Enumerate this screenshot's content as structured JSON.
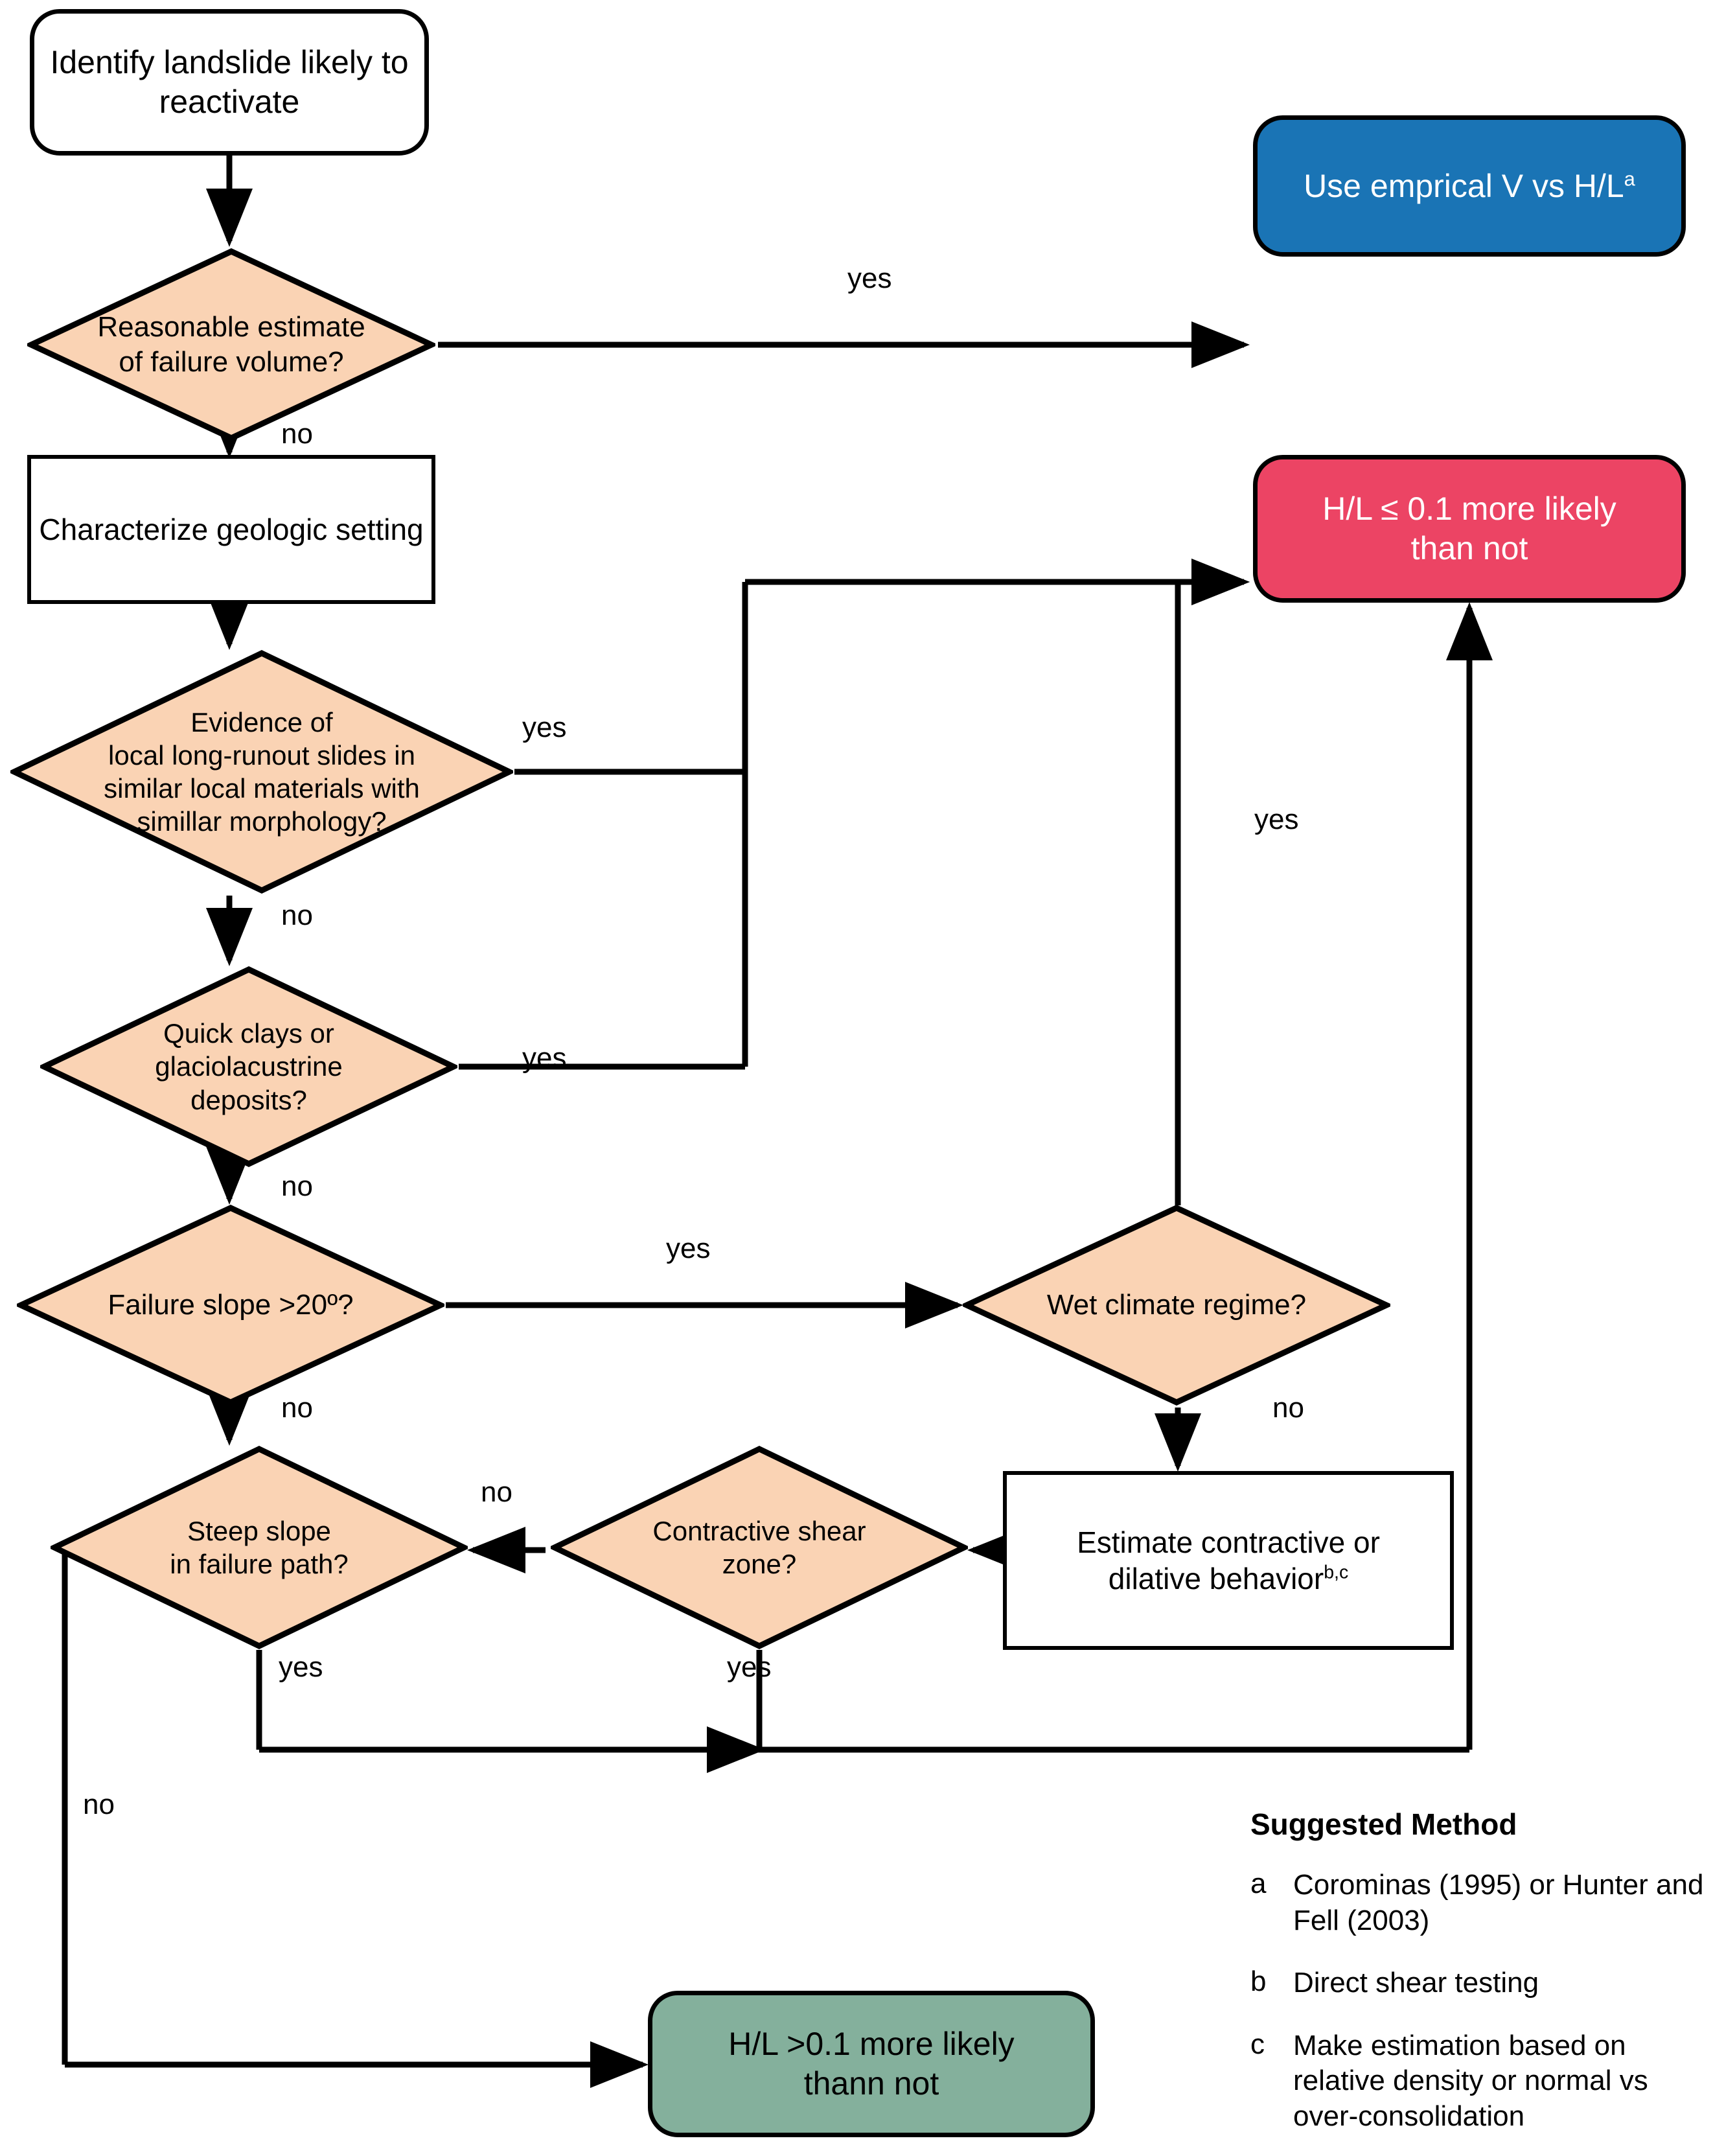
{
  "chart_data": {
    "type": "diagram",
    "title": "Landslide runout (H/L) screening decision flowchart",
    "nodes": [
      {
        "id": "start",
        "shape": "terminator",
        "color": "#ffffff",
        "text": "Identify landslide likely to reactivate"
      },
      {
        "id": "q_volume",
        "shape": "decision",
        "color": "#fad3b4",
        "text": "Reasonable estimate\nof failure volume?"
      },
      {
        "id": "empirical",
        "shape": "terminator",
        "color": "#1a74b5",
        "text": "Use emprical V vs H/L",
        "superscript": "a"
      },
      {
        "id": "geology",
        "shape": "process",
        "color": "#ffffff",
        "text": "Characterize geologic setting"
      },
      {
        "id": "q_evidence",
        "shape": "decision",
        "color": "#fad3b4",
        "text": "Evidence of\nlocal long-runout slides in\nsimilar local materials with\nsimillar morphology?"
      },
      {
        "id": "q_clays",
        "shape": "decision",
        "color": "#fad3b4",
        "text": "Quick clays or\nglaciolacustrine\ndeposits?"
      },
      {
        "id": "q_slope20",
        "shape": "decision",
        "color": "#fad3b4",
        "text": "Failure slope >20º?"
      },
      {
        "id": "q_wet",
        "shape": "decision",
        "color": "#fad3b4",
        "text": "Wet climate regime?"
      },
      {
        "id": "estimate",
        "shape": "process",
        "color": "#ffffff",
        "text": "Estimate contractive or dilative behavior",
        "superscript": "b,c"
      },
      {
        "id": "q_steep",
        "shape": "decision",
        "color": "#fad3b4",
        "text": "Steep slope\nin failure path?"
      },
      {
        "id": "q_contract",
        "shape": "decision",
        "color": "#fad3b4",
        "text": "Contractive shear\nzone?"
      },
      {
        "id": "out_low",
        "shape": "terminator",
        "color": "#ec4464",
        "text": "H/L ≤ 0.1 more likely than not"
      },
      {
        "id": "out_high",
        "shape": "terminator",
        "color": "#84b09c",
        "text": "H/L >0.1 more likely thann not"
      }
    ],
    "edges": [
      {
        "from": "start",
        "to": "q_volume",
        "label": ""
      },
      {
        "from": "q_volume",
        "to": "empirical",
        "label": "yes"
      },
      {
        "from": "q_volume",
        "to": "geology",
        "label": "no"
      },
      {
        "from": "geology",
        "to": "q_evidence",
        "label": ""
      },
      {
        "from": "q_evidence",
        "to": "out_low",
        "label": "yes"
      },
      {
        "from": "q_evidence",
        "to": "q_clays",
        "label": "no"
      },
      {
        "from": "q_clays",
        "to": "out_low",
        "label": "yes"
      },
      {
        "from": "q_clays",
        "to": "q_slope20",
        "label": "no"
      },
      {
        "from": "q_slope20",
        "to": "q_wet",
        "label": "yes"
      },
      {
        "from": "q_slope20",
        "to": "q_steep",
        "label": "no"
      },
      {
        "from": "q_wet",
        "to": "out_low",
        "label": "yes"
      },
      {
        "from": "q_wet",
        "to": "estimate",
        "label": "no"
      },
      {
        "from": "estimate",
        "to": "q_contract",
        "label": ""
      },
      {
        "from": "q_contract",
        "to": "q_steep",
        "label": "no"
      },
      {
        "from": "q_contract",
        "to": "out_low",
        "label": "yes"
      },
      {
        "from": "q_steep",
        "to": "out_low",
        "label": "yes"
      },
      {
        "from": "q_steep",
        "to": "out_high",
        "label": "no"
      }
    ]
  },
  "colors": {
    "decision_fill": "#fad3b4",
    "process_fill": "#ffffff",
    "blue": "#1a74b5",
    "pink": "#ec4464",
    "green": "#84b09c",
    "stroke": "#000000"
  },
  "nodes": {
    "start": {
      "line1": "Identify landslide likely to",
      "line2": "reactivate"
    },
    "q_volume": {
      "line1": "Reasonable estimate",
      "line2": "of failure volume?"
    },
    "empirical": {
      "text": "Use emprical V vs H/L",
      "sup": "a"
    },
    "geology": {
      "text": "Characterize geologic setting"
    },
    "q_evidence": {
      "line1": "Evidence of",
      "line2": "local long-runout slides in",
      "line3": "similar local materials with",
      "line4": "simillar morphology?"
    },
    "q_clays": {
      "line1": "Quick clays or",
      "line2": "glaciolacustrine",
      "line3": "deposits?"
    },
    "q_slope20": {
      "text": "Failure slope >20º?"
    },
    "q_wet": {
      "text": "Wet climate regime?"
    },
    "estimate": {
      "line1": "Estimate contractive or",
      "line2": "dilative behavior",
      "sup": "b,c"
    },
    "q_steep": {
      "line1": "Steep slope",
      "line2": "in failure path?"
    },
    "q_contract": {
      "line1": "Contractive shear",
      "line2": "zone?"
    },
    "out_low": {
      "line1": "H/L ≤ 0.1 more likely",
      "line2": "than not"
    },
    "out_high": {
      "line1": "H/L >0.1 more likely",
      "line2": "thann not"
    }
  },
  "edge_labels": {
    "volume_yes": "yes",
    "volume_no": "no",
    "evidence_yes": "yes",
    "evidence_no": "no",
    "clays_yes": "yes",
    "clays_no": "no",
    "slope_yes": "yes",
    "slope_no": "no",
    "wet_yes": "yes",
    "wet_no": "no",
    "contract_no": "no",
    "contract_yes": "yes",
    "steep_yes": "yes",
    "steep_no": "no"
  },
  "legend": {
    "title": "Suggested Method",
    "items": [
      {
        "key": "a",
        "text": "Corominas (1995) or Hunter and Fell (2003)"
      },
      {
        "key": "b",
        "text": "Direct shear testing"
      },
      {
        "key": "c",
        "text": "Make estimation based on relative density or normal vs over-consolidation"
      }
    ]
  }
}
